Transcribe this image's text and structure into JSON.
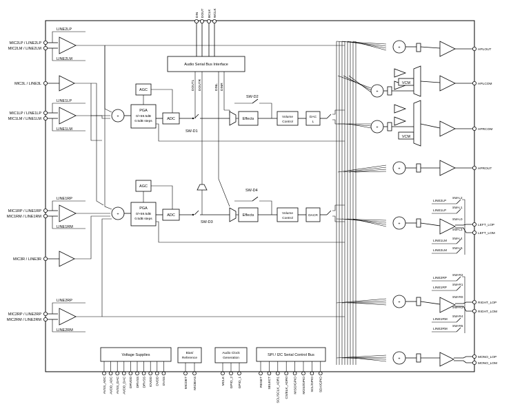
{
  "top_pins": [
    "DIN",
    "DOUT",
    "BCLK",
    "WCLK"
  ],
  "left_inputs": {
    "mic2l_lp": "MIC2LP / LINE2LP",
    "mic2l_lm": "MIC2LM / LINE2LM",
    "mic3l": "MIC3L / LINE3L",
    "mic1l_lp": "MIC1LP / LINE1LP",
    "mic1l_lm": "MIC1LM / LINE1LM",
    "mic1r_rp": "MIC1RP / LINE1RP",
    "mic1r_rm": "MIC1RM / LINE1RM",
    "mic3r": "MIC3R / LINE3R",
    "mic2r_rp": "MIC2RP / LINE2RP",
    "mic2r_rm": "MIC2RM / LINE2RM"
  },
  "internal_line_labels": {
    "line2lp": "LINE2LP",
    "line2lm": "LINE2LM",
    "line1lp": "LINE1LP",
    "line1lm": "LINE1LM",
    "line1rp": "LINE1RP",
    "line1rm": "LINE1RM",
    "line2rp": "LINE2RP",
    "line2rm": "LINE2RM"
  },
  "blocks": {
    "audio_serial": "Audio Serial Bus Interface",
    "agc": "AGC",
    "pga_title": "PGA",
    "pga_range": "0/+59.5dB",
    "pga_steps": "0.5dB steps",
    "adc": "ADC",
    "effects": "Effects",
    "volume_1": "Volume",
    "volume_2": "Control",
    "dacl_1": "DAC",
    "dacl_2": "L",
    "dacr": "DACR",
    "vcm": "VCM",
    "voltage_supplies": "Voltage Supplies",
    "bias_1": "Bias/",
    "bias_2": "Reference",
    "clock_1": "Audio Clock",
    "clock_2": "Generation",
    "spi_i2c": "SPI / I2C Serial Control Bus"
  },
  "switches": {
    "sw_d1": "SW-D1",
    "sw_d2": "SW-D2",
    "sw_d3": "SW-D3",
    "sw_d4": "SW-D4",
    "sw_l2": "SW-L2",
    "sw_l1": "SW-L1",
    "sw_l0": "SW-L0",
    "sw_l3": "SW-L3",
    "sw_l4": "SW-L4",
    "sw_l5": "SW-L5",
    "sw_r2": "SW-R2",
    "sw_r1": "SW-R1",
    "sw_r0": "SW-R0",
    "sw_r3": "SW-R3",
    "sw_r4": "SW-R4",
    "sw_r5": "SW-R5"
  },
  "internal_signals": [
    "DOUTL",
    "DOUTR",
    "DINL",
    "DINR"
  ],
  "outputs": {
    "hplout": "HPLOUT",
    "hplcom": "HPLCOM",
    "hprcom": "HPRCOM",
    "hprout": "HPROUT",
    "left_lop": "LEFT_LOP",
    "left_lom": "LEFT_LOM",
    "right_lop": "RIGHT_LOP",
    "right_lom": "RIGHT_LOM",
    "mono_lop": "MONO_LOP",
    "mono_lom": "MONO_LOM"
  },
  "bottom_pins": {
    "voltage": [
      "AVSS_ADC",
      "AVDD_ADC",
      "AVSS_DAC",
      "AVDD_DAC",
      "DRVDD",
      "DRVSS",
      "DRVSS",
      "IOVDD",
      "DVDD",
      "DVSS"
    ],
    "bias": [
      "MICDET",
      "MICBIAS"
    ],
    "clock": [
      "MCLK",
      "GPIO_2",
      "GPIO_1"
    ],
    "spi": [
      "RESET",
      "SELECT",
      "SCL/SCLK_ADR1",
      "CS/ELK_ADR0",
      "MISO/GPIO",
      "MOSI/GPIO",
      "SCL/GPIO",
      "SDA/GPIO"
    ]
  },
  "adder_symbol": "+"
}
